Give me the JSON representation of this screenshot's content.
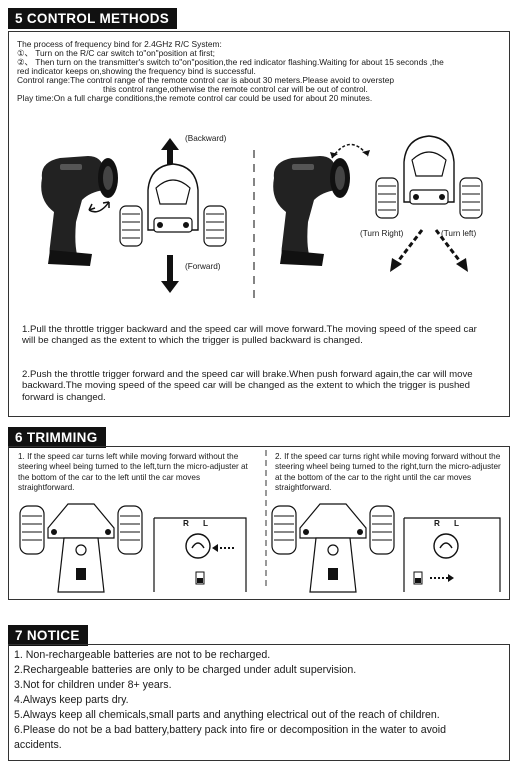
{
  "section5": {
    "title": "5 CONTROL METHODS",
    "lines": [
      "The process of frequency bind for 2.4GHz R/C System:",
      "①、 Turn on the R/C car switch to\"on\"position at first;",
      "②、 Then turn on the transmitter's switch to\"on\"position,the red indicator flashing.Waiting for about 15 seconds ,the",
      "red indicator keeps on,showing the frequency bind is successful.",
      "Control range:The control range of the remote control car is about 30 meters.Please avoid to overstep",
      "this control range,otherwise the remote control car will be out of control.",
      "Play time:On a full charge conditions,the remote control car could be used for about 20 minutes."
    ],
    "label_backward": "(Backward)",
    "label_forward": "(Forward)",
    "label_turn_right": "(Turn Right)",
    "label_turn_left": "(Turn left)",
    "note1": "1.Pull the throttle trigger backward and the speed car will move forward.The moving speed of the speed car will be changed as the extent to which the trigger is pulled backward is changed.",
    "note2": "2.Push the throttle trigger forward and the speed car will brake.When push forward again,the car will move backward.The moving speed of the speed car will be changed as the extent to which the trigger is pushed forward is changed."
  },
  "section6": {
    "title": "6 TRIMMING",
    "item1": "1. If the speed car turns left while moving forward without the steering wheel being turned to the left,turn the micro-adjuster at the bottom of the car to the left until the car moves straightforward.",
    "item2": "2. If the speed car turns right while moving forward without the steering wheel being turned to the right,turn the micro-adjuster at the bottom of the car to the right until the car moves straightforward.",
    "label_r": "R",
    "label_l": "L"
  },
  "section7": {
    "title": "7 NOTICE",
    "items": [
      "1. Non-rechargeable batteries are not to be recharged.",
      "2.Rechargeable batteries are only to be charged under adult supervision.",
      "3.Not for children under 8+ years.",
      "4.Always keep parts dry.",
      "5.Always keep all chemicals,small parts and anything electrical out of the reach of children.",
      "6.Please do not be a bad battery,battery pack into fire or decomposition in the water to avoid accidents."
    ]
  }
}
